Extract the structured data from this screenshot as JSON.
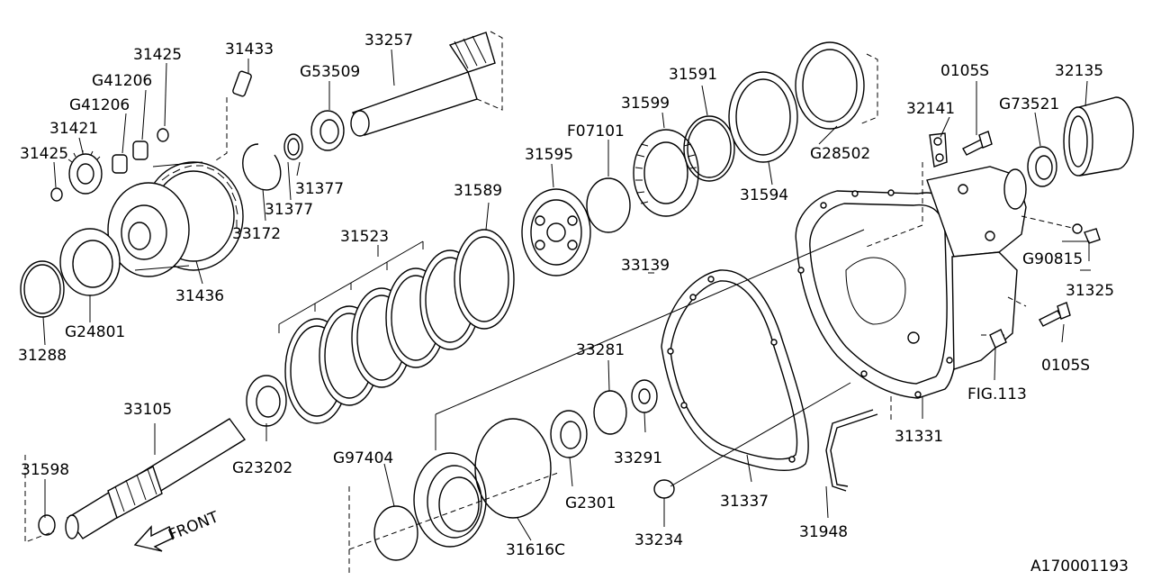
{
  "diagram": {
    "reference_code": "A170001193",
    "front_label": "FRONT",
    "part_labels": [
      "31433",
      "33257",
      "31425",
      "G41206",
      "G41206",
      "31421",
      "31425",
      "G53509",
      "31591",
      "31599",
      "F07101",
      "31595",
      "0105S",
      "32135",
      "32141",
      "G73521",
      "31377",
      "31377",
      "33172",
      "31436",
      "31589",
      "31523",
      "G28502",
      "31594",
      "G24801",
      "31288",
      "33139",
      "G90815",
      "31325",
      "0105S",
      "FIG.113",
      "33281",
      "33105",
      "31598",
      "G23202",
      "G97404",
      "33291",
      "G2301",
      "31331",
      "31337",
      "33234",
      "31616C",
      "31948"
    ]
  }
}
